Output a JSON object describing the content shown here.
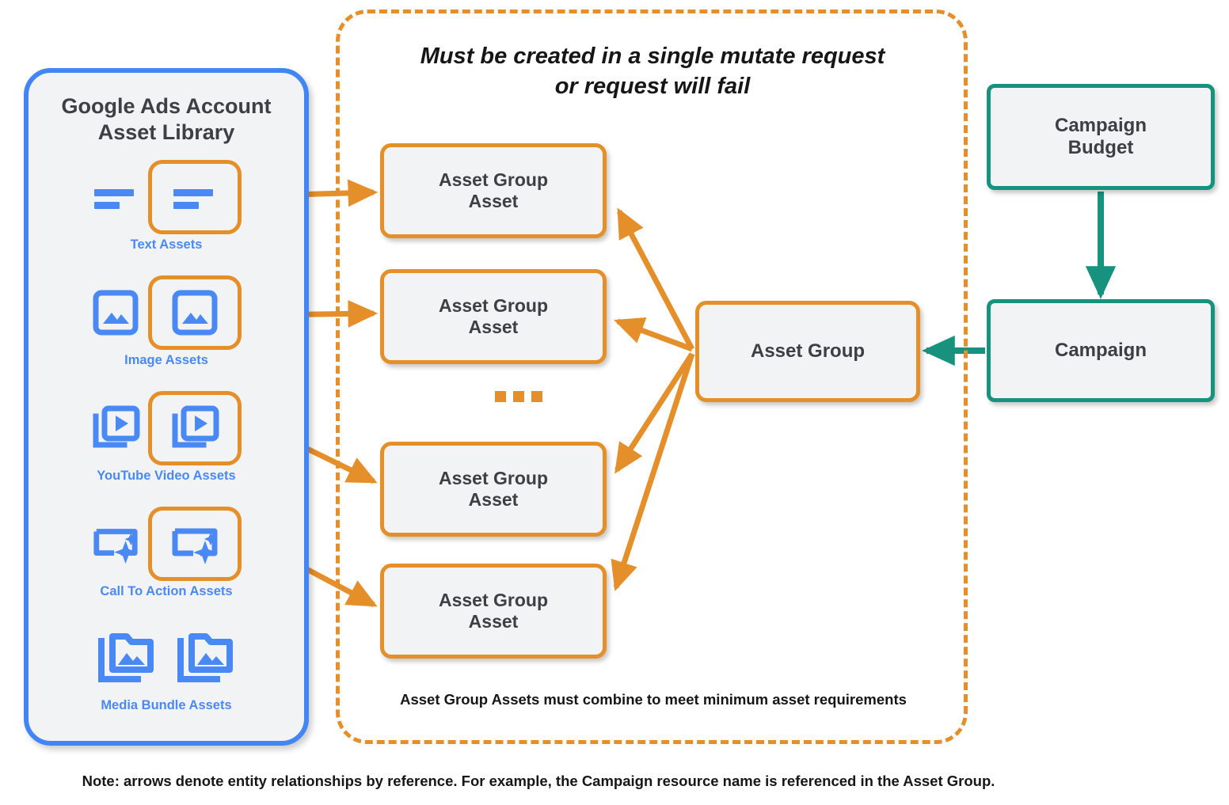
{
  "library": {
    "title_line1": "Google Ads Account",
    "title_line2": "Asset Library",
    "items": [
      {
        "label": "Text Assets",
        "icon": "text-asset-icon"
      },
      {
        "label": "Image Assets",
        "icon": "image-asset-icon"
      },
      {
        "label": "YouTube Video  Assets",
        "icon": "youtube-video-asset-icon"
      },
      {
        "label": "Call To Action Assets",
        "icon": "call-to-action-asset-icon"
      },
      {
        "label": "Media Bundle  Assets",
        "icon": "media-bundle-asset-icon"
      }
    ]
  },
  "mutate_container": {
    "note_line1": "Must be created in a single mutate request",
    "note_line2": "or request will fail",
    "min_requirements_note": "Asset Group Assets must combine to meet minimum asset requirements",
    "ellipsis": "..."
  },
  "asset_group_assets": [
    {
      "line1": "Asset Group",
      "line2": "Asset"
    },
    {
      "line1": "Asset Group",
      "line2": "Asset"
    },
    {
      "line1": "Asset Group",
      "line2": "Asset"
    },
    {
      "line1": "Asset Group",
      "line2": "Asset"
    }
  ],
  "asset_group": {
    "label": "Asset Group"
  },
  "campaign_budget": {
    "label_line1": "Campaign",
    "label_line2": "Budget"
  },
  "campaign": {
    "label": "Campaign"
  },
  "footer": {
    "note": "Note: arrows denote entity relationships by reference. For example, the Campaign resource name is referenced in the Asset Group."
  },
  "colors": {
    "blue": "#4285f4",
    "blue_label": "#4a89f3",
    "orange": "#e58f2a",
    "teal": "#17927e",
    "node_fill": "#f1f3f4",
    "text": "#3c4043"
  }
}
